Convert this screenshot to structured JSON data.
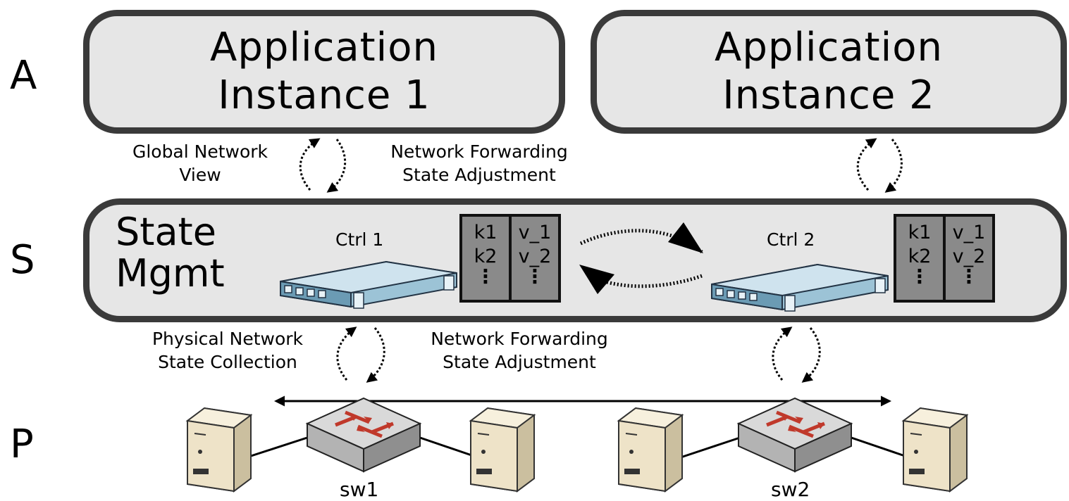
{
  "layers": {
    "application": "A",
    "state": "S",
    "physical": "P"
  },
  "app_instances": [
    {
      "line1": "Application",
      "line2": "Instance 1"
    },
    {
      "line1": "Application",
      "line2": "Instance 2"
    }
  ],
  "state_mgmt": {
    "title_line1": "State",
    "title_line2": "Mgmt"
  },
  "controllers": [
    {
      "label": "Ctrl 1",
      "keys": [
        "k1",
        "k2",
        "⋮"
      ],
      "values": [
        "v_1",
        "v_2",
        "⋮"
      ]
    },
    {
      "label": "Ctrl 2",
      "keys": [
        "k1",
        "k2",
        "⋮"
      ],
      "values": [
        "v_1",
        "v_2",
        "⋮"
      ]
    }
  ],
  "upper_labels": {
    "left_line1": "Global Network",
    "left_line2": "View",
    "right_line1": "Network Forwarding",
    "right_line2": "State Adjustment"
  },
  "lower_labels": {
    "left_line1": "Physical Network",
    "left_line2": "State Collection",
    "right_line1": "Network Forwarding",
    "right_line2": "State Adjustment"
  },
  "switches": [
    "sw1",
    "sw2"
  ],
  "icons": {
    "controller": "server-rack-icon",
    "switch": "network-switch-icon",
    "host": "desktop-tower-icon"
  },
  "colors": {
    "box_fill": "#e6e6e6",
    "box_border": "#3a3a3a",
    "kv_fill": "#8a8a8a",
    "server_blue": "#9cc3d6",
    "switch_gray": "#c8c8c8",
    "switch_arrow": "#c0392b",
    "host_beige": "#eee3c8"
  }
}
